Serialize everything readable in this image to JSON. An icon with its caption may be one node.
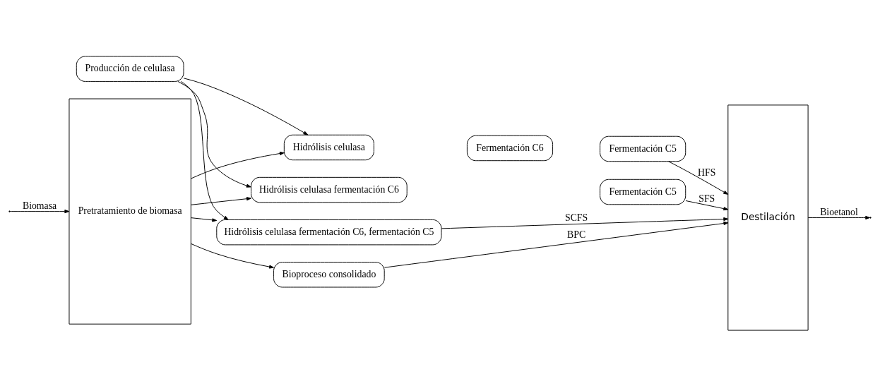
{
  "diagram": {
    "nodes": [
      {
        "text": [
          "Pretratamiento de biomasa"
        ]
      },
      {
        "text": [
          "Producción de celulasa"
        ]
      },
      {
        "text": [
          "Hidrólisis celulasa"
        ]
      },
      {
        "text": [
          "Fermentación C6"
        ]
      },
      {
        "text": [
          "Fermentación C5"
        ]
      },
      {
        "text": [
          "Hidrólisis celulasa fermentación C6"
        ]
      },
      {
        "text": [
          "Fermentación C5"
        ]
      },
      {
        "text": [
          "Hidrólisis celulasa fermentación C6, fermentación C5"
        ]
      },
      {
        "text": [
          "Bioproceso consolidado"
        ]
      },
      {
        "text": [
          "Destilación"
        ]
      }
    ],
    "edges": [
      {
        "from": null,
        "to": 0,
        "arrow": "to",
        "label": "Biomasa"
      },
      {
        "from": 0,
        "to": 2,
        "arrow": "to"
      },
      {
        "from": 0,
        "to": 5,
        "arrow": "to"
      },
      {
        "from": 0,
        "to": 7,
        "arrow": "to"
      },
      {
        "from": 0,
        "to": 8,
        "arrow": "to"
      },
      {
        "from": 1,
        "to": 2,
        "arrow": "to"
      },
      {
        "from": 1,
        "to": 5,
        "arrow": "to"
      },
      {
        "from": 1,
        "to": 7,
        "arrow": "to"
      },
      {
        "from": 4,
        "to": 9,
        "arrow": "to",
        "label": "HFS"
      },
      {
        "from": 6,
        "to": 9,
        "arrow": "to",
        "label": "SFS"
      },
      {
        "from": 7,
        "to": 9,
        "arrow": "to",
        "label": "SCFS"
      },
      {
        "from": 8,
        "to": 9,
        "arrow": "to",
        "label": "BPC"
      },
      {
        "from": 9,
        "to": null,
        "arrow": "to",
        "label": "Bioetanol"
      }
    ]
  }
}
